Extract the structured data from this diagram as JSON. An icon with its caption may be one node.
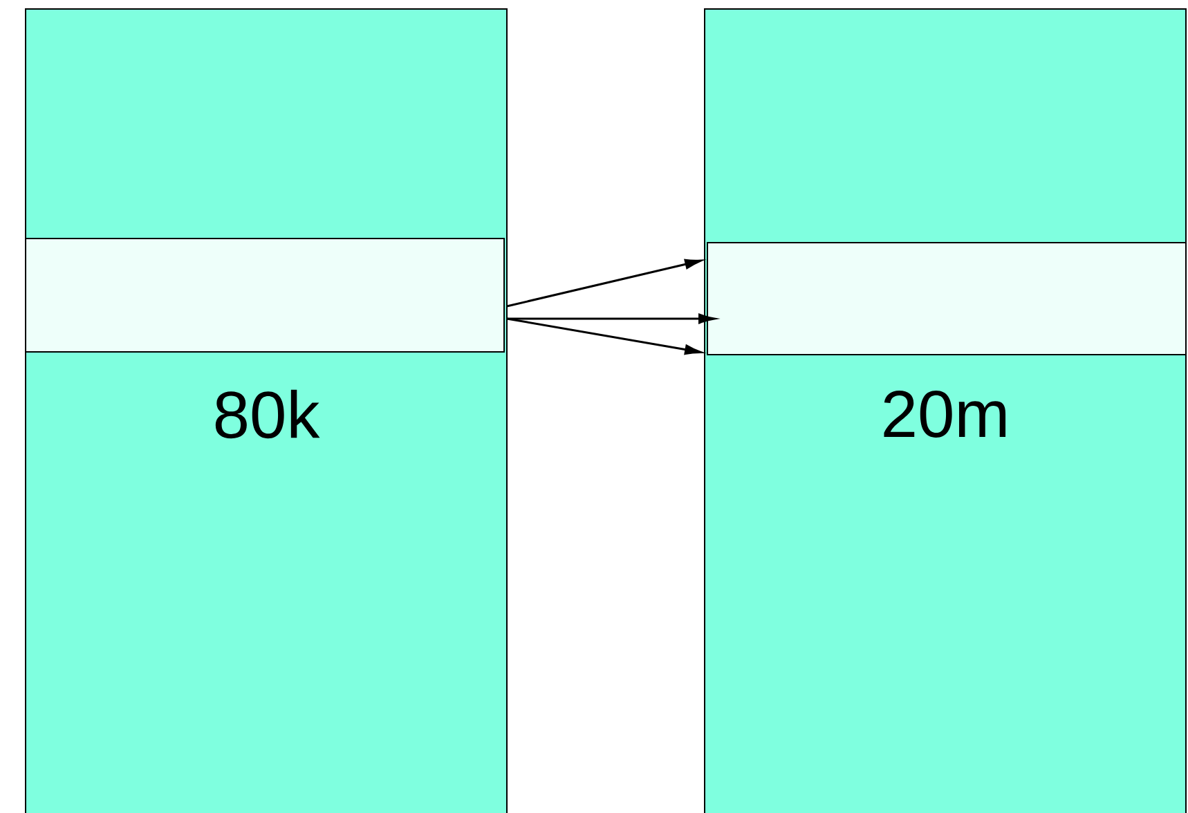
{
  "diagram": {
    "nodes": [
      {
        "text": [
          "80k"
        ]
      },
      {
        "text": [],
        "shape": "box",
        "in": 0
      },
      {
        "text": [
          "20m"
        ]
      },
      {
        "text": [],
        "shape": "box",
        "in": 2
      }
    ],
    "edges": [
      {
        "from": 1,
        "to": 3,
        "arrow": "to"
      },
      {
        "from": 1,
        "to": 3,
        "arrow": "to"
      },
      {
        "from": 1,
        "to": 3,
        "arrow": "to"
      }
    ]
  }
}
